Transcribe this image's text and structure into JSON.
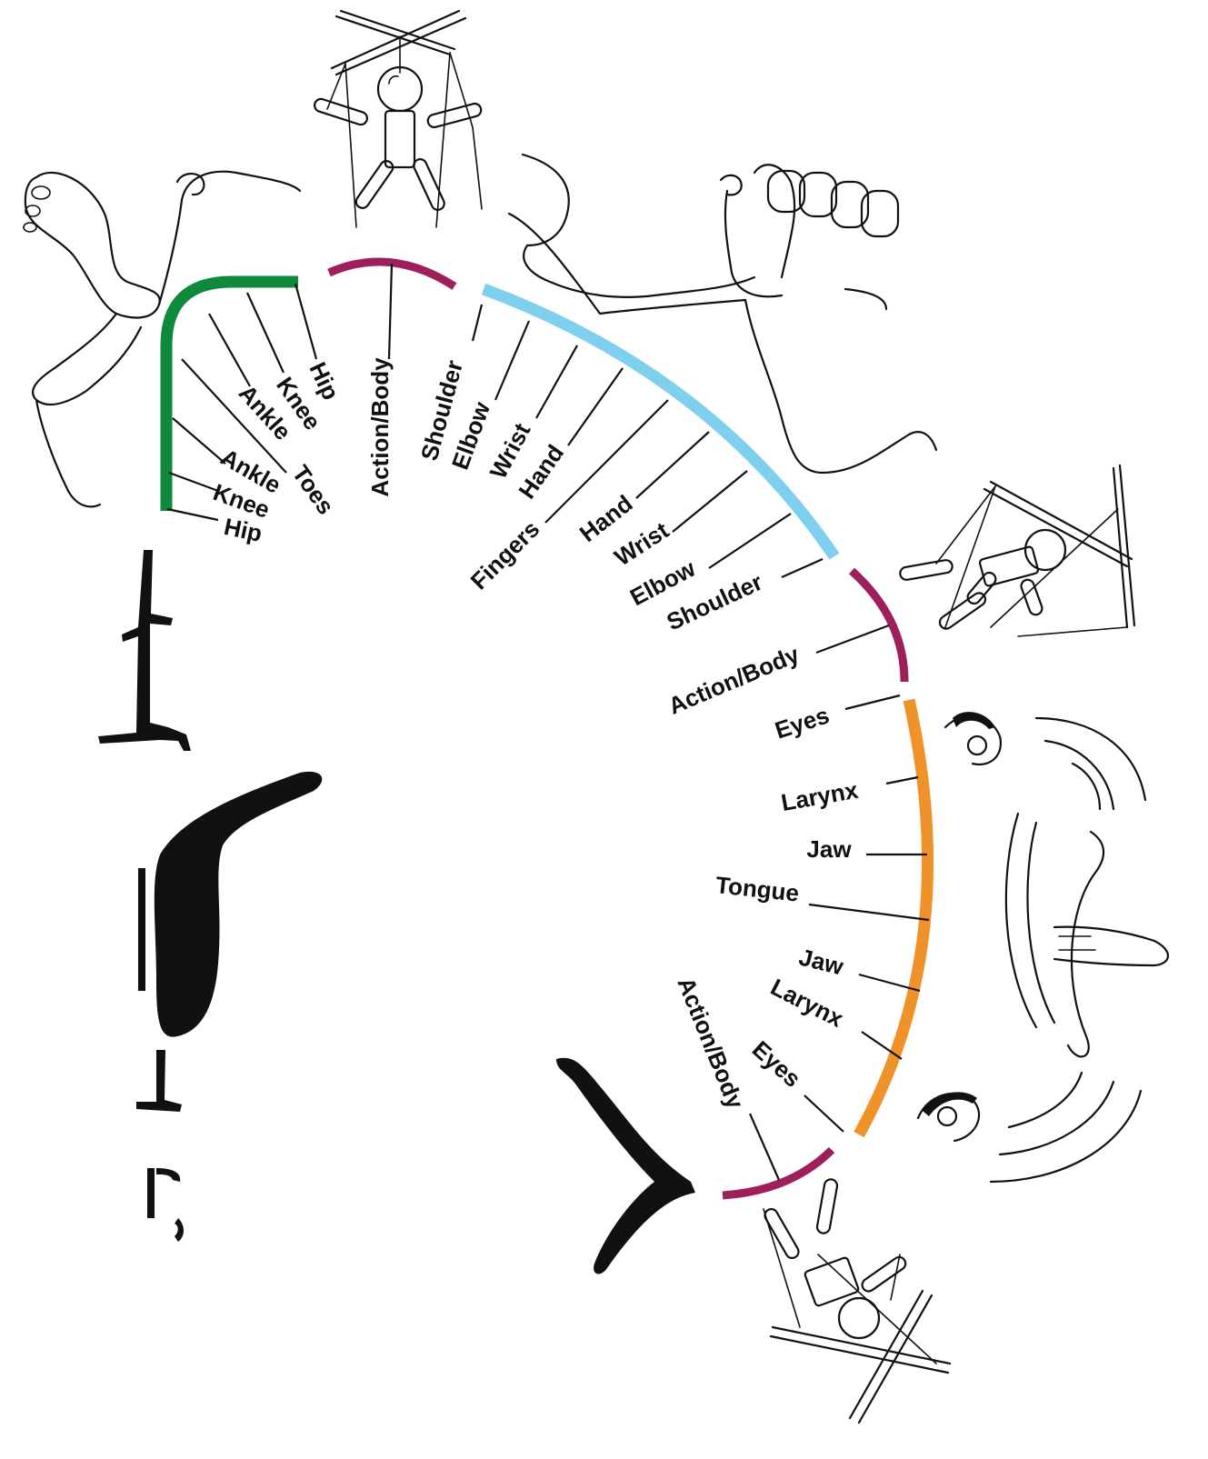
{
  "colors": {
    "legs": "#0f8a3c",
    "action": "#9e1f5c",
    "arm": "#7fcfee",
    "face": "#f0922a",
    "ink": "#111111"
  },
  "legs": {
    "labels": [
      "Hip",
      "Knee",
      "Ankle",
      "Toes",
      "Ankle",
      "Knee",
      "Hip"
    ]
  },
  "action_top": {
    "label": "Action/Body"
  },
  "arm": {
    "labels": [
      "Shoulder",
      "Elbow",
      "Wrist",
      "Hand",
      "Fingers",
      "Hand",
      "Wrist",
      "Elbow",
      "Shoulder"
    ]
  },
  "action_mid": {
    "label": "Action/Body"
  },
  "face": {
    "labels": [
      "Eyes",
      "Larynx",
      "Jaw",
      "Tongue",
      "Jaw",
      "Larynx",
      "Eyes"
    ]
  },
  "action_bottom": {
    "label": "Action/Body"
  },
  "icons": [
    "marionette-top-icon",
    "leg-foot-icon",
    "arm-fist-icon",
    "marionette-right-icon",
    "face-mouth-icon",
    "marionette-bottom-icon",
    "tree-sign-icon",
    "brush-stroke-icon",
    "arch-sign-icon"
  ]
}
